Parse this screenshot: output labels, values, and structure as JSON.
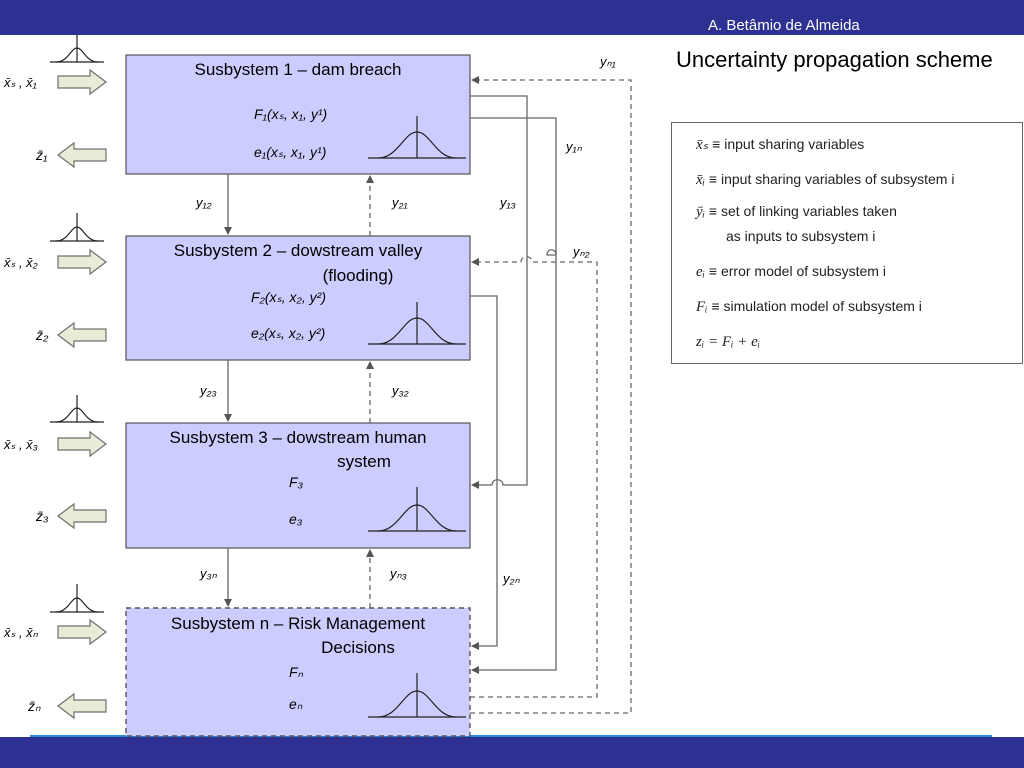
{
  "author": "A. Betâmio de Almeida",
  "title": "Uncertainty propagation scheme",
  "subsystems": [
    {
      "title_line1": "Susbystem 1 – dam breach",
      "title_line2": "",
      "f_label": "F₁(xₛ, x₁, y¹)",
      "e_label": "e₁(xₛ, x₁, y¹)"
    },
    {
      "title_line1": "Susbystem 2 – dowstream valley",
      "title_line2": "(flooding)",
      "f_label": "F₂(xₛ, x₂, y²)",
      "e_label": "e₂(xₛ, x₂, y²)"
    },
    {
      "title_line1": "Susbystem 3 – dowstream human",
      "title_line2": "system",
      "f_label": "F₃",
      "e_label": "e₃"
    },
    {
      "title_line1": "Susbystem n – Risk Management",
      "title_line2": "Decisions",
      "f_label": "Fₙ",
      "e_label": "eₙ"
    }
  ],
  "inputs": [
    "x̄ₛ , x̄₁",
    "x̄ₛ , x̄₂",
    "x̄ₛ , x̄₃",
    "x̄ₛ , x̄ₙ"
  ],
  "outputs": [
    "z̄₁",
    "z̄₂",
    "z̄₃",
    "z̄ₙ"
  ],
  "links": {
    "y12": "y₁₂",
    "y21": "y₂₁",
    "y23": "y₂₃",
    "y32": "y₃₂",
    "y3n": "y₃ₙ",
    "yn3": "yₙ₃",
    "y13": "y₁₃",
    "y1n": "y₁ₙ",
    "y2n": "y₂ₙ",
    "yn1": "yₙ₁",
    "yn2": "yₙ₂"
  },
  "legend": [
    {
      "symbol": "x̄ₛ",
      "text": "≡ input sharing variables"
    },
    {
      "symbol": "x̄ᵢ",
      "text": "≡ input sharing variables of subsystem i"
    },
    {
      "symbol": "ȳᵢ",
      "text": "≡ set of linking variables taken"
    },
    {
      "symbol": "",
      "text": "as inputs to subsystem i"
    },
    {
      "symbol": "eᵢ",
      "text": "≡ error model of subsystem i"
    },
    {
      "symbol": "Fᵢ",
      "text": "≡ simulation model of subsystem i"
    },
    {
      "symbol": "zᵢ",
      "text": "= Fᵢ + eᵢ"
    }
  ],
  "colors": {
    "background": "#2e3191",
    "box_fill": "#ccccff",
    "box_stroke": "#555555",
    "arrow_fill": "#e6ecd6",
    "arrow_stroke": "#707070",
    "line": "#666666"
  }
}
